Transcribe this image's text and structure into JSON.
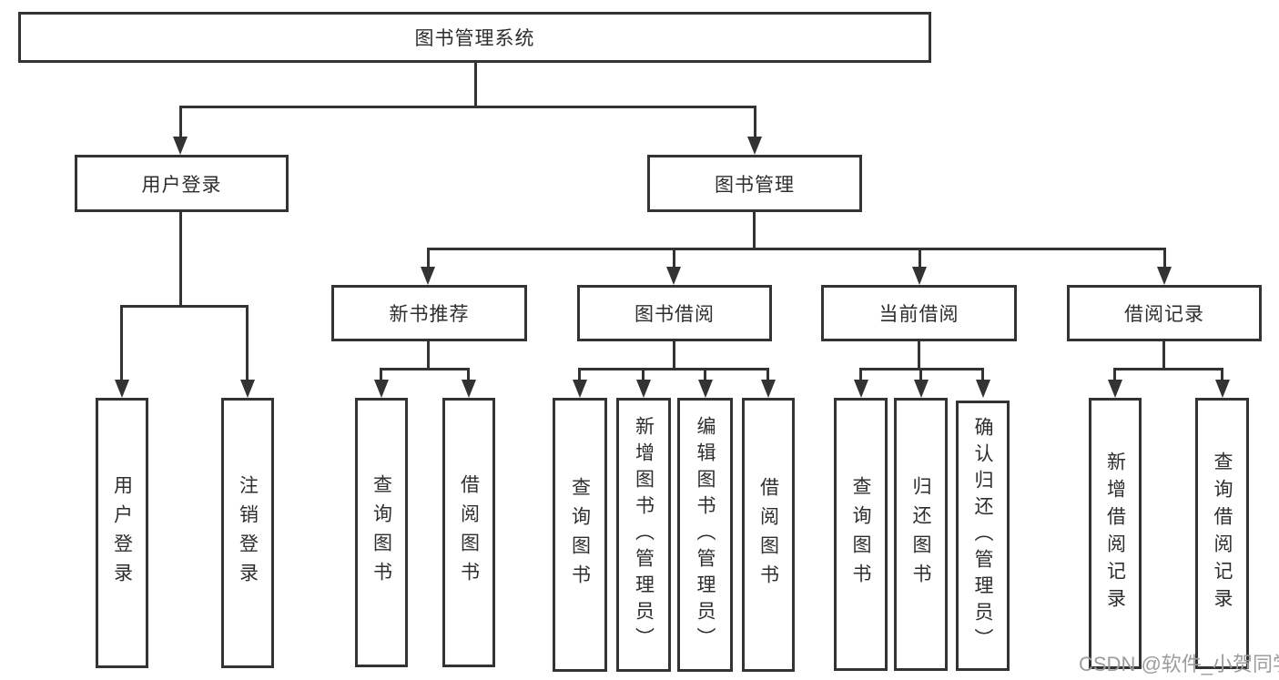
{
  "diagram": {
    "root": {
      "label": "图书管理系统",
      "children": [
        {
          "label": "用户登录",
          "children": [
            {
              "label": "用户登录"
            },
            {
              "label": "注销登录"
            }
          ]
        },
        {
          "label": "图书管理",
          "children": [
            {
              "label": "新书推荐",
              "children": [
                {
                  "label": "查询图书"
                },
                {
                  "label": "借阅图书"
                }
              ]
            },
            {
              "label": "图书借阅",
              "children": [
                {
                  "label": "查询图书"
                },
                {
                  "label": "新增图书（管理员）"
                },
                {
                  "label": "编辑图书（管理员）"
                },
                {
                  "label": "借阅图书"
                }
              ]
            },
            {
              "label": "当前借阅",
              "children": [
                {
                  "label": "查询图书"
                },
                {
                  "label": "归还图书"
                },
                {
                  "label": "确认归还（管理员）"
                }
              ]
            },
            {
              "label": "借阅记录",
              "children": [
                {
                  "label": "新增借阅记录"
                },
                {
                  "label": "查询借阅记录"
                }
              ]
            }
          ]
        }
      ]
    }
  },
  "watermark": {
    "text": "CSDN @软件_小贺同学"
  },
  "colors": {
    "line": "#333333",
    "text": "#2e2e2e",
    "watermark": "#9c9c9c",
    "background": "#ffffff"
  }
}
